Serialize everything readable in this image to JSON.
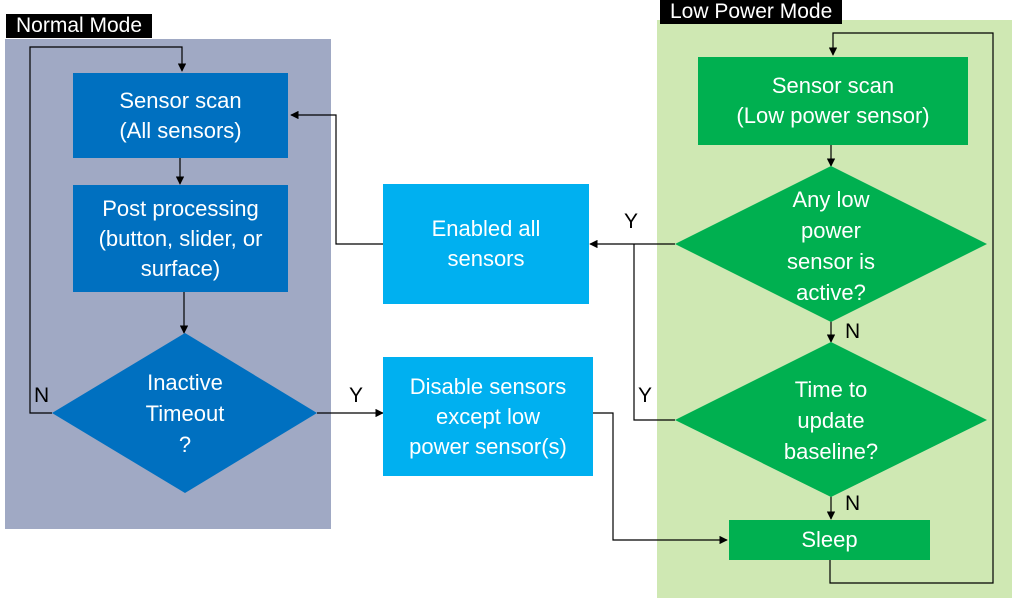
{
  "regions": {
    "normal_mode": {
      "label": "Normal Mode",
      "color": "#a0a9c4"
    },
    "low_power_mode": {
      "label": "Low Power Mode",
      "color": "#cfe8b3"
    }
  },
  "nodes": {
    "sensor_scan_all": "Sensor scan\n(All sensors)",
    "post_processing": "Post processing\n(button, slider, or\nsurface)",
    "inactive_timeout": "Inactive\nTimeout\n?",
    "enabled_all": "Enabled all\nsensors",
    "disable_sensors": "Disable sensors\nexcept low\npower sensor(s)",
    "sensor_scan_low": "Sensor scan\n(Low power sensor)",
    "any_low_power": "Any low\npower\nsensor is\nactive?",
    "time_to_update": "Time to\nupdate\nbaseline?",
    "sleep": "Sleep"
  },
  "edge_labels": {
    "inactive_no": "N",
    "inactive_yes": "Y",
    "active_yes": "Y",
    "active_no": "N",
    "update_yes": "Y",
    "update_no": "N"
  },
  "colors": {
    "normal_node": "#0070c0",
    "transition_node": "#00b0f0",
    "low_power_node": "#00b050",
    "connector": "#000000"
  }
}
